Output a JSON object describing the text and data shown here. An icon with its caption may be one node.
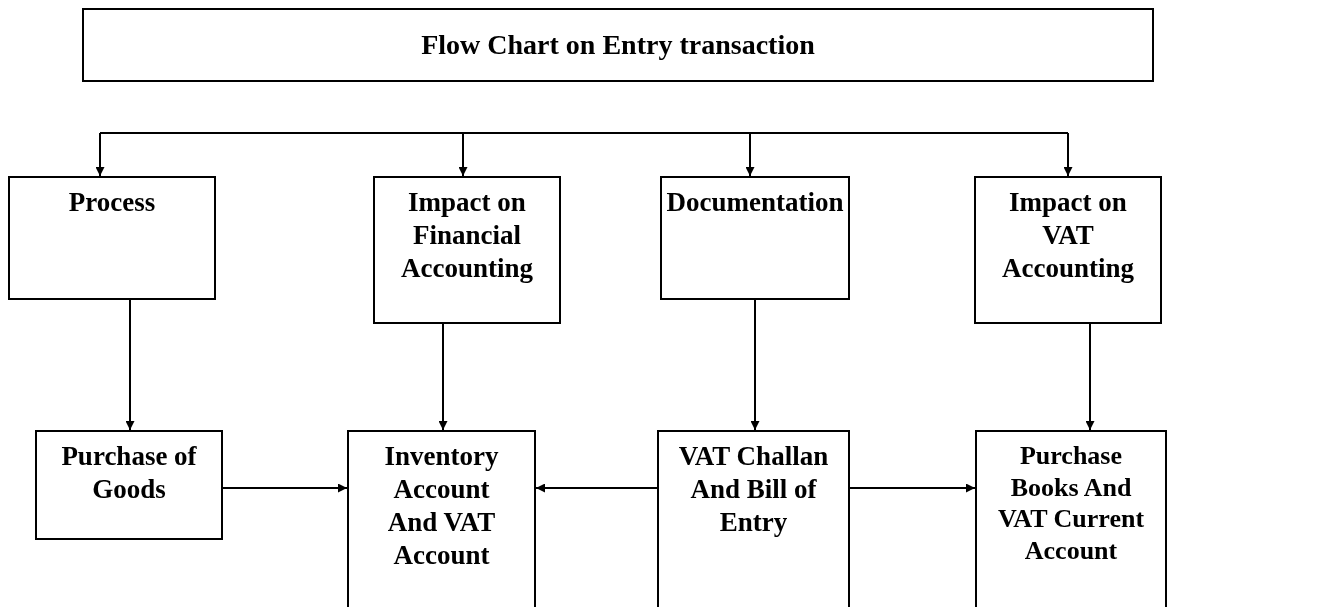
{
  "diagram": {
    "nodes": [
      {
        "text": [
          "Flow Chart on Entry transaction"
        ]
      },
      {
        "text": [
          "Process"
        ]
      },
      {
        "text": [
          "Impact on Financial Accounting"
        ]
      },
      {
        "text": [
          "Documentation"
        ]
      },
      {
        "text": [
          "Impact on VAT Accounting"
        ]
      },
      {
        "text": [
          "Purchase of Goods"
        ]
      },
      {
        "text": [
          "Inventory Account And VAT Account"
        ]
      },
      {
        "text": [
          "VAT Challan And Bill of Entry"
        ]
      },
      {
        "text": [
          "Purchase Books And VAT Current Account"
        ]
      }
    ],
    "edges": [
      {
        "from": null,
        "to": 1,
        "arrow": "to"
      },
      {
        "from": null,
        "to": 2,
        "arrow": "to"
      },
      {
        "from": null,
        "to": 3,
        "arrow": "to"
      },
      {
        "from": null,
        "to": 4,
        "arrow": "to"
      },
      {
        "from": 1,
        "to": 5,
        "arrow": "to"
      },
      {
        "from": 2,
        "to": 6,
        "arrow": "to"
      },
      {
        "from": 3,
        "to": 7,
        "arrow": "to"
      },
      {
        "from": 4,
        "to": 8,
        "arrow": "to"
      },
      {
        "from": 5,
        "to": 6,
        "arrow": "to"
      },
      {
        "from": 7,
        "to": 6,
        "arrow": "to"
      },
      {
        "from": 7,
        "to": 8,
        "arrow": "to"
      }
    ]
  }
}
